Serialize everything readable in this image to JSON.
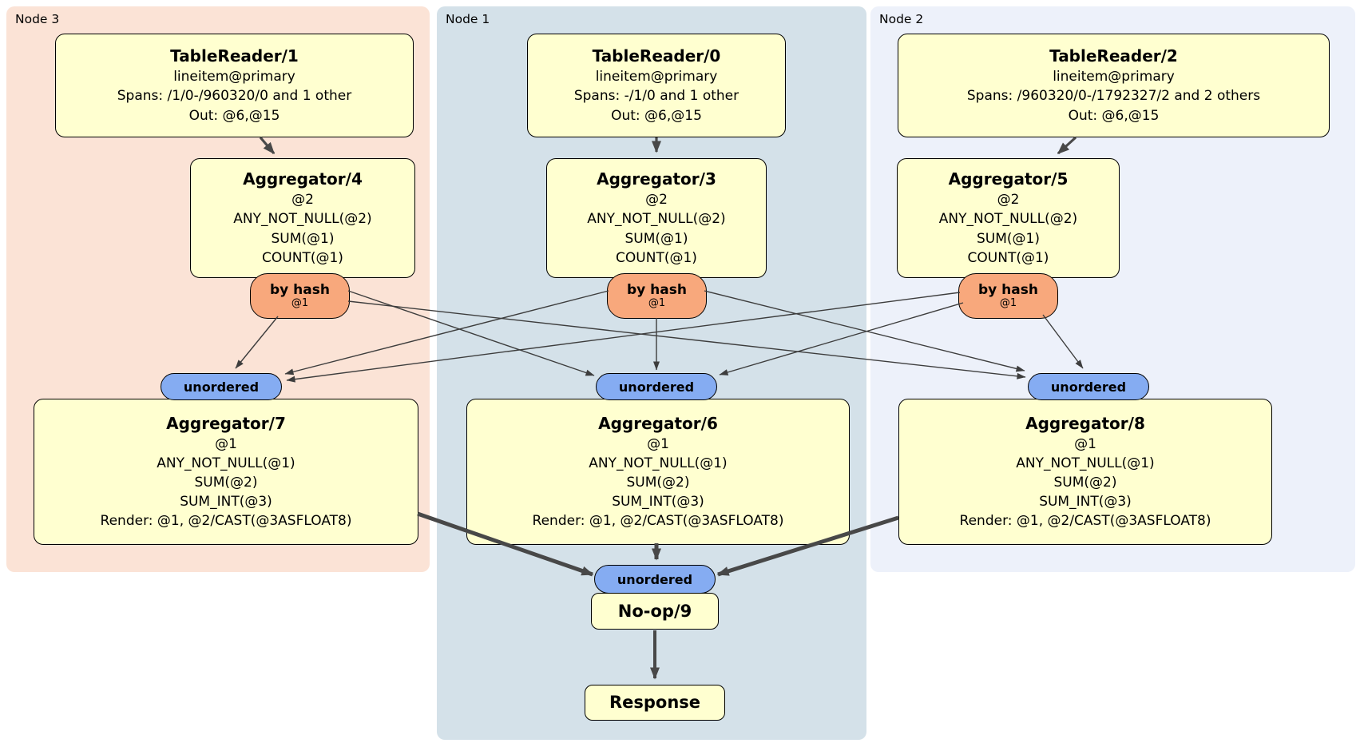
{
  "regions": {
    "node3": "Node 3",
    "node1": "Node 1",
    "node2": "Node 2"
  },
  "colors": {
    "node3_bg": "#fbe3d6",
    "node1_bg": "#d4e1e9",
    "node2_bg": "#edf1fa",
    "box_bg": "#ffffd0",
    "hash_router_bg": "#f8a87c",
    "sync_bg": "#85acf2"
  },
  "nodes": {
    "tr1": {
      "title": "TableReader/1",
      "l1": "lineitem@primary",
      "l2": "Spans: /1/0-/960320/0 and 1 other",
      "l3": "Out: @6,@15"
    },
    "tr0": {
      "title": "TableReader/0",
      "l1": "lineitem@primary",
      "l2": "Spans: -/1/0 and 1 other",
      "l3": "Out: @6,@15"
    },
    "tr2": {
      "title": "TableReader/2",
      "l1": "lineitem@primary",
      "l2": "Spans: /960320/0-/1792327/2 and 2 others",
      "l3": "Out: @6,@15"
    },
    "agg4": {
      "title": "Aggregator/4",
      "l1": "@2",
      "l2": "ANY_NOT_NULL(@2)",
      "l3": "SUM(@1)",
      "l4": "COUNT(@1)"
    },
    "agg3": {
      "title": "Aggregator/3",
      "l1": "@2",
      "l2": "ANY_NOT_NULL(@2)",
      "l3": "SUM(@1)",
      "l4": "COUNT(@1)"
    },
    "agg5": {
      "title": "Aggregator/5",
      "l1": "@2",
      "l2": "ANY_NOT_NULL(@2)",
      "l3": "SUM(@1)",
      "l4": "COUNT(@1)"
    },
    "agg7": {
      "title": "Aggregator/7",
      "l1": "@1",
      "l2": "ANY_NOT_NULL(@1)",
      "l3": "SUM(@2)",
      "l4": "SUM_INT(@3)",
      "l5": "Render: @1, @2/CAST(@3ASFLOAT8)"
    },
    "agg6": {
      "title": "Aggregator/6",
      "l1": "@1",
      "l2": "ANY_NOT_NULL(@1)",
      "l3": "SUM(@2)",
      "l4": "SUM_INT(@3)",
      "l5": "Render: @1, @2/CAST(@3ASFLOAT8)"
    },
    "agg8": {
      "title": "Aggregator/8",
      "l1": "@1",
      "l2": "ANY_NOT_NULL(@1)",
      "l3": "SUM(@2)",
      "l4": "SUM_INT(@3)",
      "l5": "Render: @1, @2/CAST(@3ASFLOAT8)"
    },
    "noop": {
      "title": "No-op/9"
    },
    "response": {
      "title": "Response"
    }
  },
  "routers": {
    "hash_label": "by hash",
    "hash_key": "@1",
    "sync_label": "unordered"
  }
}
